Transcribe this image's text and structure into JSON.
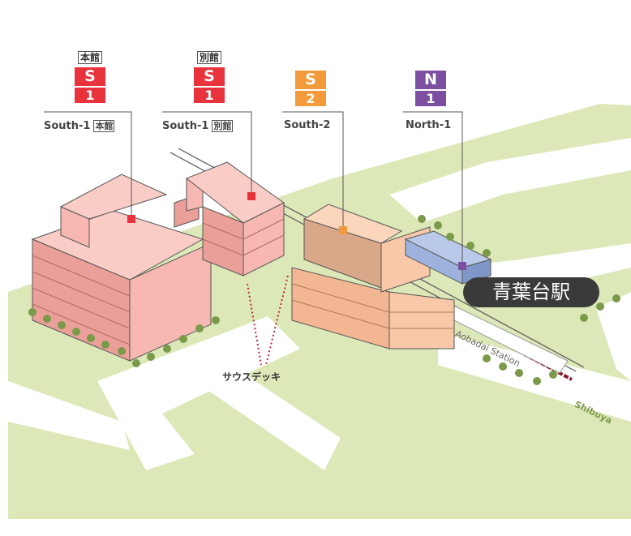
{
  "colors": {
    "ground": "#dde8b8",
    "road": "#ffffff",
    "honkan": "#f6b8b0",
    "bekkan": "#f6b8b0",
    "south2": "#f8c8a8",
    "north1": "#9db3de",
    "tree": "#7a9a4a",
    "red": "#e8333c",
    "orange": "#f39a3a",
    "purple": "#7d4fa0",
    "leader": "#555555"
  },
  "markers": [
    {
      "sub_label": "本館",
      "letter": "S",
      "number": "1",
      "color": "#e8333c",
      "name": "South-1",
      "name_box": "本館"
    },
    {
      "sub_label": "別館",
      "letter": "S",
      "number": "1",
      "color": "#e8333c",
      "name": "South-1",
      "name_box": "別館"
    },
    {
      "sub_label": "",
      "letter": "S",
      "number": "2",
      "color": "#f39a3a",
      "name": "South-2",
      "name_box": ""
    },
    {
      "sub_label": "",
      "letter": "N",
      "number": "1",
      "color": "#7d4fa0",
      "name": "North-1",
      "name_box": ""
    }
  ],
  "station_label": "青葉台駅",
  "deck_label": "サウスデッキ",
  "station_en": "Aobadai Station",
  "line_en": "Shibuya"
}
